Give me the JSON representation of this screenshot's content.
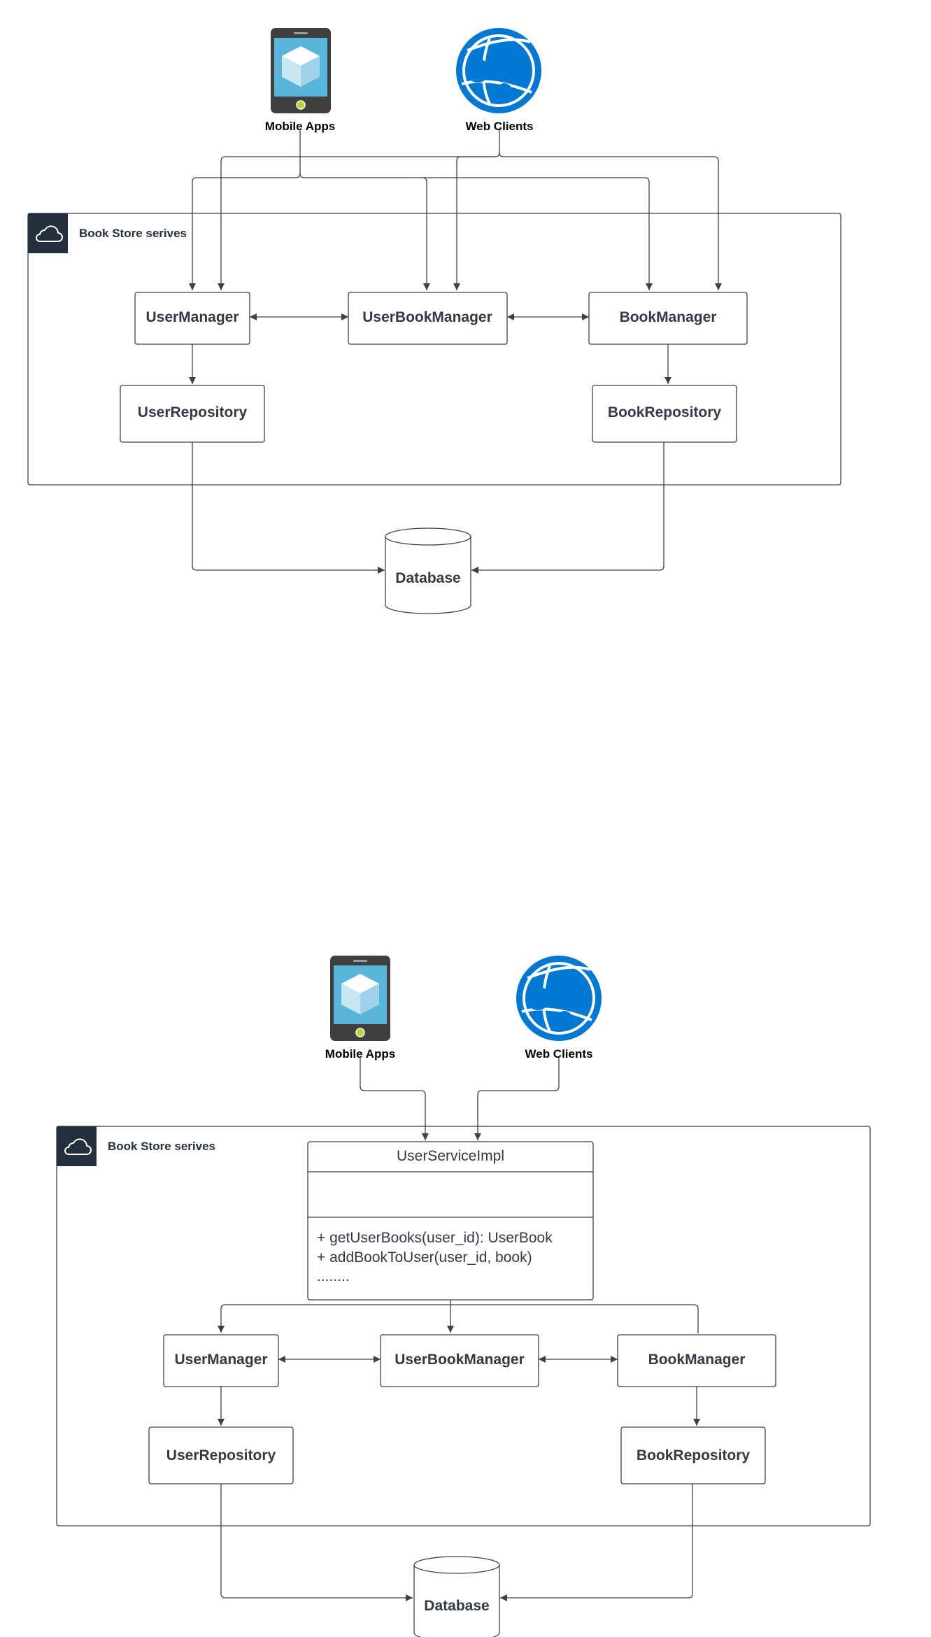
{
  "diagram_top": {
    "clients": {
      "mobile": "Mobile Apps",
      "web": "Web Clients"
    },
    "group_label": "Book Store serives",
    "nodes": {
      "user_manager": "UserManager",
      "user_book_manager": "UserBookManager",
      "book_manager": "BookManager",
      "user_repository": "UserRepository",
      "book_repository": "BookRepository",
      "database": "Database"
    }
  },
  "diagram_bottom": {
    "clients": {
      "mobile": "Mobile Apps",
      "web": "Web Clients"
    },
    "group_label": "Book Store serives",
    "service_class": {
      "name": "UserServiceImpl",
      "operations": [
        "+ getUserBooks(user_id): UserBook",
        "+ addBookToUser(user_id, book)",
        "........"
      ]
    },
    "nodes": {
      "user_manager": "UserManager",
      "user_book_manager": "UserBookManager",
      "book_manager": "BookManager",
      "user_repository": "UserRepository",
      "book_repository": "BookRepository",
      "database": "Database"
    }
  },
  "colors": {
    "line": "#3a414a",
    "text": "#333a44",
    "aws_dark": "#232f3e",
    "globe_blue": "#0078d4",
    "phone_body": "#3f3f3f",
    "phone_screen": "#59b4d9"
  },
  "icons": {
    "mobile": "mobile-phone-icon",
    "web": "globe-icon",
    "group": "cloud-icon"
  }
}
